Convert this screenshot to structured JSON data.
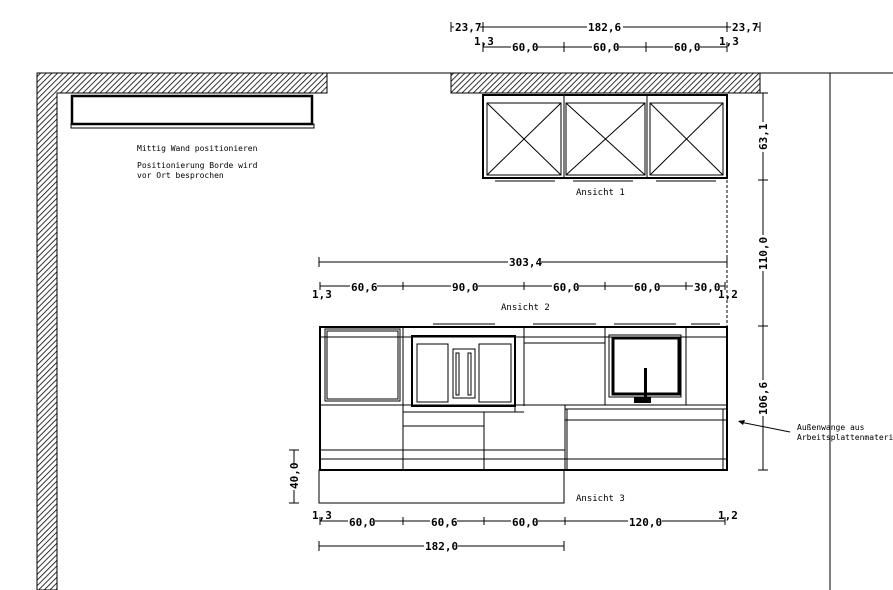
{
  "notes": {
    "line1": "Mittig Wand positionieren",
    "line2": "Positionierung Borde wird",
    "line3": "vor Ort besprochen",
    "annotation_line1": "Außenwange aus",
    "annotation_line2": "Arbeitsplattenmaterial"
  },
  "views": {
    "view1": "Ansicht 1",
    "view2": "Ansicht 2",
    "view3": "Ansicht 3"
  },
  "dims_top": {
    "row1": [
      "23,7",
      "182,6",
      "23,7"
    ],
    "row2_left": "1,3",
    "row2_right": "1,3",
    "row2": [
      "60,0",
      "60,0",
      "60,0"
    ]
  },
  "dims_right": [
    "63,1",
    "110,0",
    "106,6"
  ],
  "dims_middle": {
    "total": "303,4",
    "left": "1,3",
    "right": "1,2",
    "segments": [
      "60,6",
      "90,0",
      "60,0",
      "60,0",
      "30,0"
    ]
  },
  "dims_bottom": {
    "left": "1,3",
    "right": "1,2",
    "segments": [
      "60,0",
      "60,6",
      "60,0",
      "120,0"
    ],
    "total": "182,0",
    "plinth_height": "40,0"
  }
}
